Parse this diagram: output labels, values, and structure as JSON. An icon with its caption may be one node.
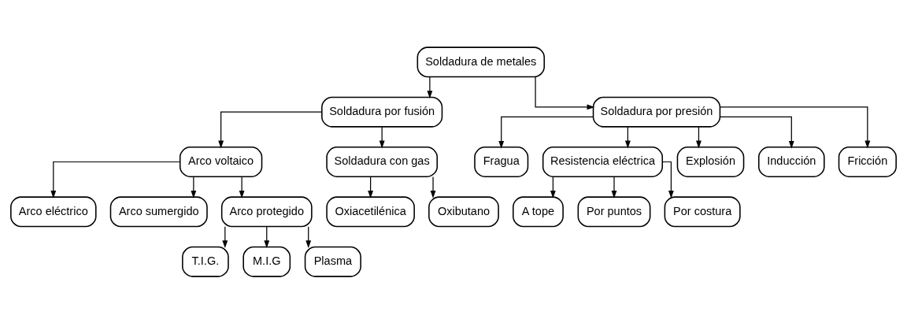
{
  "diagram": {
    "nodes": [
      {
        "text": [
          "Soldadura de metales"
        ]
      },
      {
        "text": [
          "Soldadura por fusión"
        ]
      },
      {
        "text": [
          "Soldadura por presión"
        ]
      },
      {
        "text": [
          "Arco voltaico"
        ]
      },
      {
        "text": [
          "Soldadura con gas"
        ]
      },
      {
        "text": [
          "Fragua"
        ]
      },
      {
        "text": [
          "Resistencia eléctrica"
        ]
      },
      {
        "text": [
          "Explosión"
        ]
      },
      {
        "text": [
          "Inducción"
        ]
      },
      {
        "text": [
          "Fricción"
        ]
      },
      {
        "text": [
          "Arco eléctrico"
        ]
      },
      {
        "text": [
          "Arco sumergido"
        ]
      },
      {
        "text": [
          "Arco protegido"
        ]
      },
      {
        "text": [
          "Oxiacetilénica"
        ]
      },
      {
        "text": [
          "Oxibutano"
        ]
      },
      {
        "text": [
          "A tope"
        ]
      },
      {
        "text": [
          "Por puntos"
        ]
      },
      {
        "text": [
          "Por costura"
        ]
      },
      {
        "text": [
          "T.I.G."
        ]
      },
      {
        "text": [
          "M.I.G"
        ]
      },
      {
        "text": [
          "Plasma"
        ]
      }
    ],
    "edges": [
      {
        "from": 0,
        "to": 1,
        "arrow": "to"
      },
      {
        "from": 0,
        "to": 2,
        "arrow": "to"
      },
      {
        "from": 1,
        "to": 3,
        "arrow": "to"
      },
      {
        "from": 1,
        "to": 4,
        "arrow": "to"
      },
      {
        "from": 2,
        "to": 5,
        "arrow": "to"
      },
      {
        "from": 2,
        "to": 6,
        "arrow": "to"
      },
      {
        "from": 2,
        "to": 7,
        "arrow": "to"
      },
      {
        "from": 2,
        "to": 8,
        "arrow": "to"
      },
      {
        "from": 2,
        "to": 9,
        "arrow": "to"
      },
      {
        "from": 3,
        "to": 10,
        "arrow": "to"
      },
      {
        "from": 3,
        "to": 11,
        "arrow": "to"
      },
      {
        "from": 3,
        "to": 12,
        "arrow": "to"
      },
      {
        "from": 4,
        "to": 13,
        "arrow": "to"
      },
      {
        "from": 4,
        "to": 14,
        "arrow": "to"
      },
      {
        "from": 6,
        "to": 15,
        "arrow": "to"
      },
      {
        "from": 6,
        "to": 16,
        "arrow": "to"
      },
      {
        "from": 6,
        "to": 17,
        "arrow": "to"
      },
      {
        "from": 12,
        "to": 18,
        "arrow": "to"
      },
      {
        "from": 12,
        "to": 19,
        "arrow": "to"
      },
      {
        "from": 12,
        "to": 20,
        "arrow": "to"
      }
    ]
  }
}
